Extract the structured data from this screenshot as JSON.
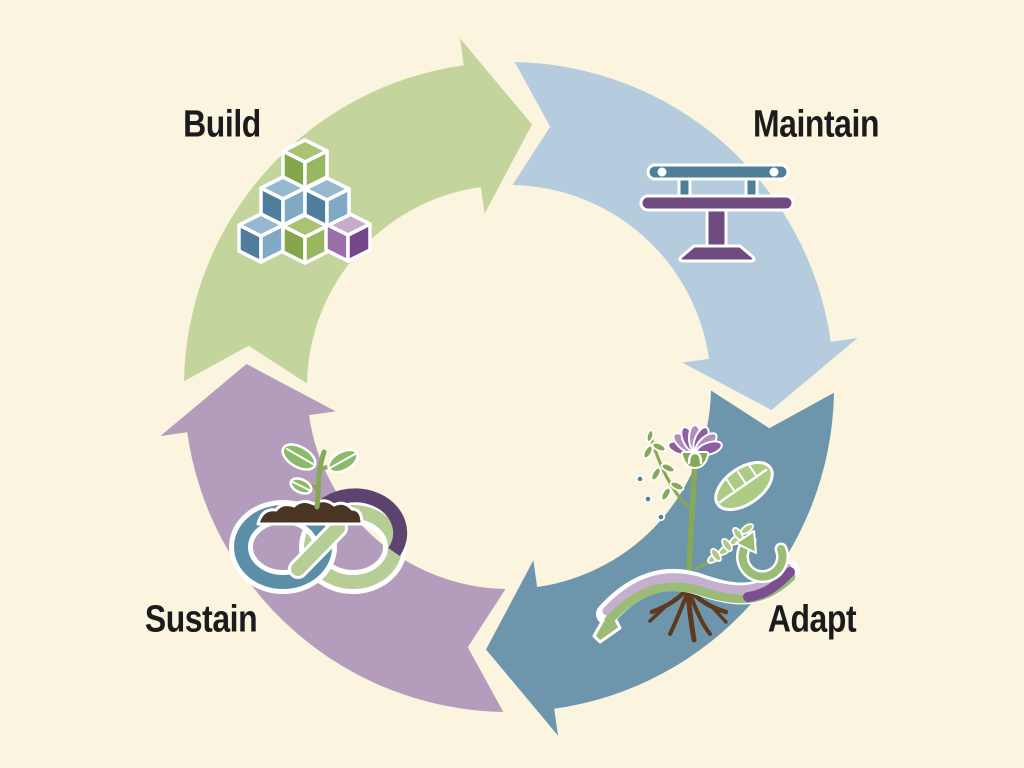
{
  "palette": {
    "bg": "#FBF4DF",
    "ink": "#1B1B1D",
    "cube-green-top": "#A9C273",
    "cube-green-left": "#86A64E",
    "cube-green-right": "#97B761",
    "cube-blue-top": "#97B9CF",
    "cube-blue-left": "#4E7E9B",
    "cube-blue-right": "#7FA9C4",
    "cube-purple-top": "#C6ABCE",
    "cube-purple-left": "#9A6FA9",
    "cube-purple-right": "#74478A",
    "bench-teal": "#4E7F99",
    "bench-plum": "#6F4B80",
    "leaf-green": "#8CBA6B",
    "stem-green": "#86A957",
    "leaf-light": "#AECB85",
    "soil-brown": "#4A3423",
    "root-brown": "#5D3A1E",
    "inf-blue": "#5B8FA8",
    "inf-green": "#B6CE96",
    "inf-purple": "#5C4370",
    "petal-light": "#B48CC0",
    "petal-dark": "#8D5FA0",
    "berry-blue": "#4E7E9B",
    "ribbon-lav": "#C4AFD1",
    "ribbon-green": "#9BBC77",
    "ribbon-purple": "#7C4F92"
  },
  "cycle": {
    "type": "cycle-diagram",
    "direction": "clockwise",
    "stages": [
      {
        "label": "Build",
        "icon": "building-blocks-icon",
        "color": "#C3D59C",
        "position": "top-left"
      },
      {
        "label": "Maintain",
        "icon": "workbench-icon",
        "color": "#B5CCDE",
        "position": "top-right"
      },
      {
        "label": "Adapt",
        "icon": "flowering-plant-roots-ribbon-icon",
        "color": "#6D95AC",
        "position": "bottom-right"
      },
      {
        "label": "Sustain",
        "icon": "sprout-soil-infinity-icon",
        "color": "#B49CBC",
        "position": "bottom-left"
      }
    ]
  }
}
